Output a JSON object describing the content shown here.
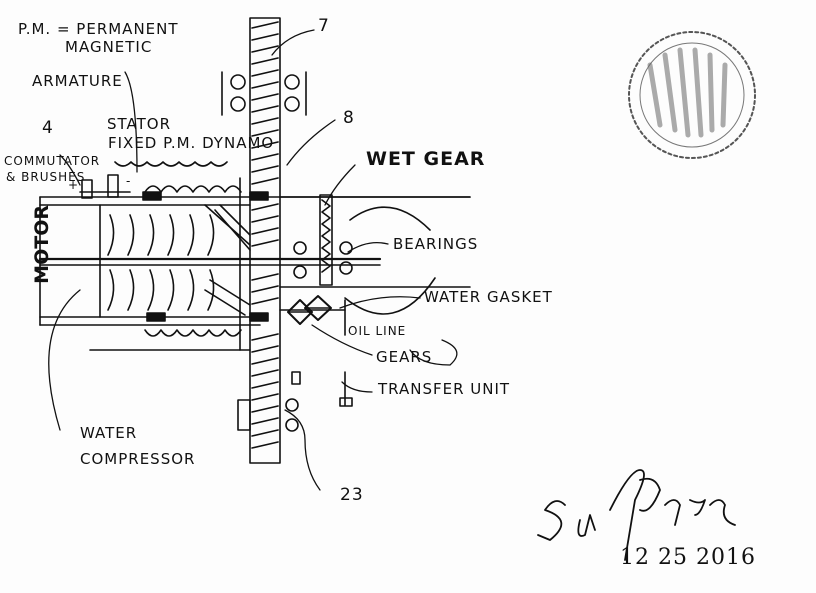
{
  "legend": {
    "line1": "P.M. = PERMANENT",
    "line2": "MAGNETIC"
  },
  "labels": {
    "armature": "ARMATURE",
    "num4": "4",
    "commutator": "COMMUTATOR",
    "brushes": "& BRUSHES",
    "stator": "STATOR",
    "dynamo": "FIXED P.M. DYNAMO",
    "num7": "7",
    "num8": "8",
    "wet_gear": "WET GEAR",
    "bearings": "BEARINGS",
    "water_gasket": "WATER GASKET",
    "oil_line": "OIL LINE",
    "gears": "GEARS",
    "transfer_unit": "TRANSFER UNIT",
    "motor_vertical": "MOTOR",
    "water": "WATER",
    "compressor": "COMPRESSOR",
    "num23": "23",
    "date": "12 25 2016",
    "plus": "+",
    "minus": "-"
  }
}
